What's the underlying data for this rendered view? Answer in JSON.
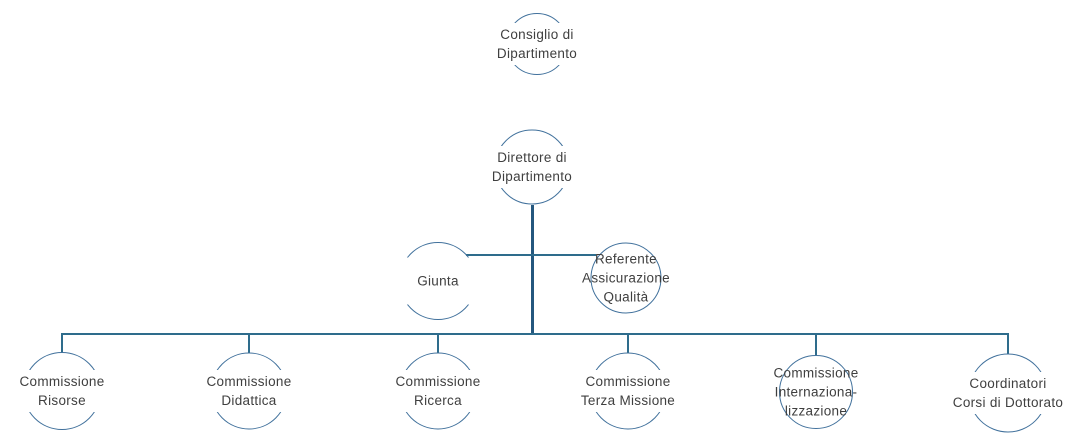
{
  "colors": {
    "circle_stroke": "#41719C",
    "connector": "#2E6C8C",
    "trunk": "#24577E",
    "text": "#3F3F3F",
    "background": "#FFFFFF"
  },
  "nodes": [
    {
      "id": "consiglio-di-dipartimento",
      "lines": [
        "Consiglio di",
        "Dipartimento"
      ]
    },
    {
      "id": "direttore-di-dipartimento",
      "lines": [
        "Direttore di",
        "Dipartimento"
      ]
    },
    {
      "id": "giunta",
      "lines": [
        "Giunta"
      ]
    },
    {
      "id": "referente-assicurazione-qualita",
      "lines": [
        "Referente",
        "Assicurazione",
        "Qualità"
      ]
    },
    {
      "id": "commissione-risorse",
      "lines": [
        "Commissione",
        "Risorse"
      ]
    },
    {
      "id": "commissione-didattica",
      "lines": [
        "Commissione",
        "Didattica"
      ]
    },
    {
      "id": "commissione-ricerca",
      "lines": [
        "Commissione",
        "Ricerca"
      ]
    },
    {
      "id": "commissione-terza-missione",
      "lines": [
        "Commissione",
        "Terza Missione"
      ]
    },
    {
      "id": "commissione-internazionalizzazione",
      "lines": [
        "Commissione",
        "Internaziona-",
        "lizzazione"
      ]
    },
    {
      "id": "coordinatori-corsi-di-dottorato",
      "lines": [
        "Coordinatori",
        "Corsi di Dottorato"
      ]
    }
  ],
  "edges": [
    {
      "from": "direttore-di-dipartimento",
      "to": "giunta"
    },
    {
      "from": "direttore-di-dipartimento",
      "to": "referente-assicurazione-qualita"
    },
    {
      "from": "direttore-di-dipartimento",
      "to": "commissione-risorse"
    },
    {
      "from": "direttore-di-dipartimento",
      "to": "commissione-didattica"
    },
    {
      "from": "direttore-di-dipartimento",
      "to": "commissione-ricerca"
    },
    {
      "from": "direttore-di-dipartimento",
      "to": "commissione-terza-missione"
    },
    {
      "from": "direttore-di-dipartimento",
      "to": "commissione-internazionalizzazione"
    },
    {
      "from": "direttore-di-dipartimento",
      "to": "coordinatori-corsi-di-dottorato"
    }
  ]
}
